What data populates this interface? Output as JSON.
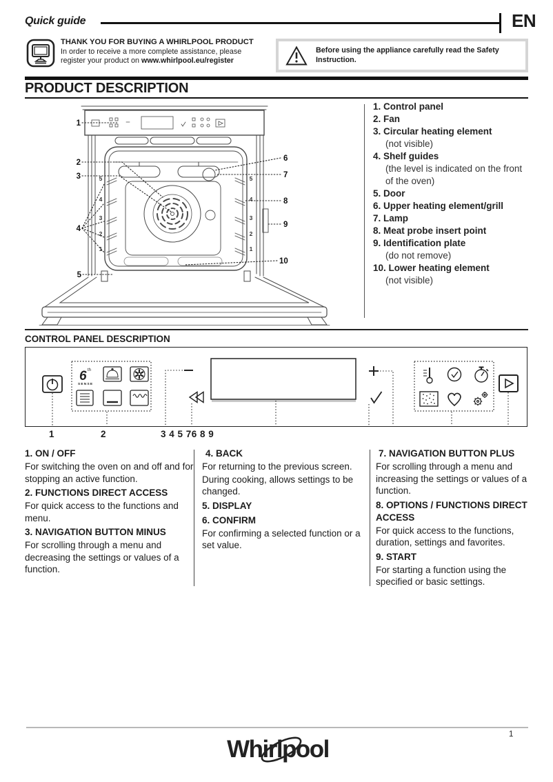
{
  "header": {
    "doc_type": "Quick guide",
    "language": "EN",
    "register": {
      "title": "THANK YOU FOR BUYING A WHIRLPOOL PRODUCT",
      "line1": "In order to receive a more complete assistance, please",
      "line2_prefix": "register your product on ",
      "url": "www.whirlpool.eu/register"
    },
    "warning": "Before using the appliance carefully read the Safety Instruction."
  },
  "product_description": {
    "title": "PRODUCT DESCRIPTION",
    "items": [
      {
        "label": "1. Control panel",
        "note": ""
      },
      {
        "label": "2. Fan",
        "note": ""
      },
      {
        "label": "3. Circular heating element",
        "note": "(not visible)"
      },
      {
        "label": "4. Shelf guides",
        "note": "(the level is indicated on the front of the oven)"
      },
      {
        "label": "5. Door",
        "note": ""
      },
      {
        "label": "6. Upper heating element/grill",
        "note": ""
      },
      {
        "label": "7. Lamp",
        "note": ""
      },
      {
        "label": "8. Meat probe insert point",
        "note": ""
      },
      {
        "label": "9. Identification plate",
        "note": "(do not remove)"
      },
      {
        "label": "10. Lower heating element",
        "note": "(not visible)"
      }
    ],
    "callouts": [
      "1",
      "2",
      "3",
      "4",
      "5",
      "6",
      "7",
      "8",
      "9",
      "10"
    ],
    "shelf_levels": [
      "5",
      "4",
      "3",
      "2",
      "1"
    ]
  },
  "control_panel": {
    "title": "CONTROL PANEL DESCRIPTION",
    "callout_one": "1",
    "callout_two": "2",
    "callout_cluster": "3 4 5 76 8 9",
    "sixth_sense": {
      "six": "6",
      "th": "th",
      "sense": "SENSE"
    },
    "icon_names": [
      "power",
      "sixth-sense",
      "cook4",
      "fan",
      "menu",
      "bottom-heat",
      "grill",
      "minus",
      "back",
      "display",
      "plus",
      "confirm",
      "thermometer",
      "clock-check",
      "timer",
      "defrost",
      "favorites",
      "settings",
      "start"
    ]
  },
  "functions": {
    "col1": [
      {
        "title": "1. ON / OFF",
        "paras": [
          "For switching the oven on and off and for stopping an active function."
        ]
      },
      {
        "title": "2. FUNCTIONS DIRECT ACCESS",
        "paras": [
          "For quick access to the functions and menu."
        ]
      },
      {
        "title": "3. NAVIGATION BUTTON MINUS",
        "paras": [
          "For scrolling through a menu and decreasing the settings or values of a function."
        ]
      }
    ],
    "col2": [
      {
        "title": "4. BACK",
        "paras": [
          "For returning to the previous screen.",
          "During cooking, allows settings to be changed."
        ]
      },
      {
        "title": "5. DISPLAY",
        "paras": []
      },
      {
        "title": "6. CONFIRM",
        "paras": [
          "For confirming a selected function or a set value."
        ]
      }
    ],
    "col3": [
      {
        "title": "7. NAVIGATION BUTTON PLUS",
        "paras": [
          "For scrolling through a menu and increasing the settings or values of a function."
        ]
      },
      {
        "title": "8. OPTIONS / FUNCTIONS DIRECT ACCESS",
        "paras": [
          "For quick access to the functions, duration, settings and favorites."
        ]
      },
      {
        "title": "9. START",
        "paras": [
          "For starting a function using the specified or basic settings."
        ]
      }
    ]
  },
  "footer": {
    "brand": "Whirlpool",
    "page": "1"
  }
}
